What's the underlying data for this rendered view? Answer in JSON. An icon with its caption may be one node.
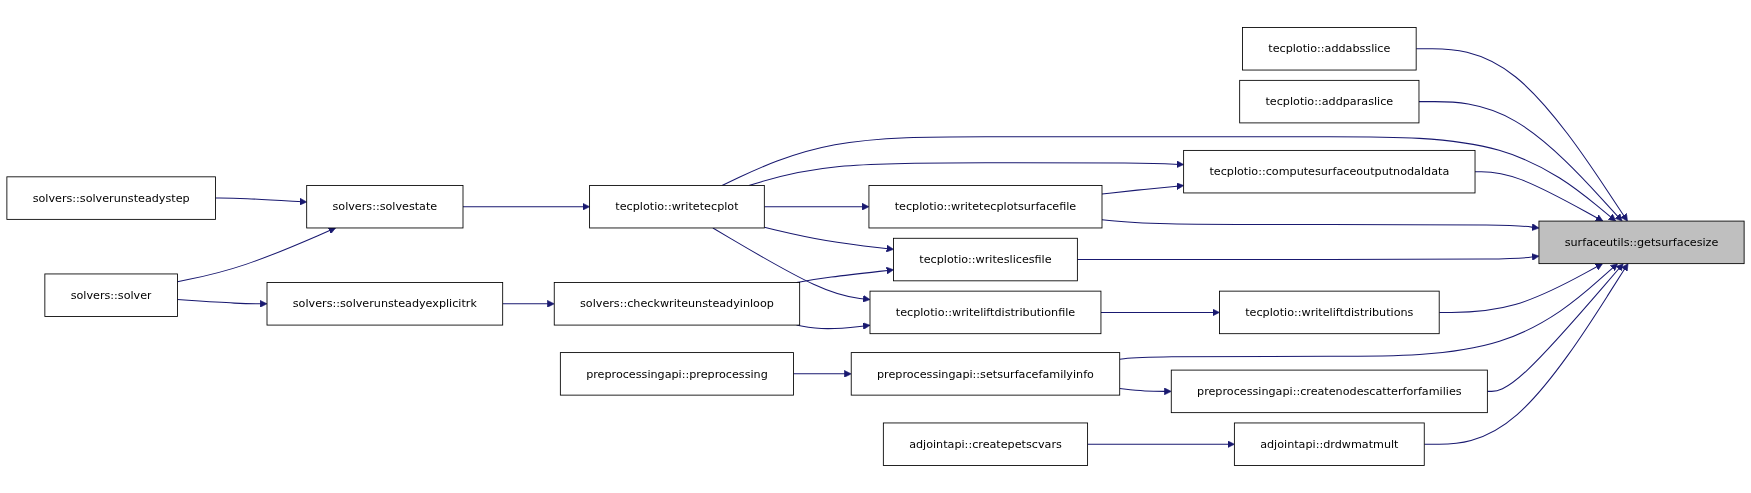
{
  "diagram": {
    "nodes": [
      {
        "text": [
          "surfaceutils::getsurfacesize"
        ]
      },
      {
        "text": [
          "tecplotio::addabsslice"
        ]
      },
      {
        "text": [
          "tecplotio::addparaslice"
        ]
      },
      {
        "text": [
          "tecplotio::computesurfaceoutputnodaldata"
        ]
      },
      {
        "text": [
          "tecplotio::writetecplot"
        ]
      },
      {
        "text": [
          "tecplotio::writetecplotsurfacefile"
        ]
      },
      {
        "text": [
          "tecplotio::writeslicesfile"
        ]
      },
      {
        "text": [
          "tecplotio::writeliftdistributions"
        ]
      },
      {
        "text": [
          "tecplotio::writeliftdistributionfile"
        ]
      },
      {
        "text": [
          "preprocessingapi::setsurfacefamilyinfo"
        ]
      },
      {
        "text": [
          "preprocessingapi::createnodescatterforfamilies"
        ]
      },
      {
        "text": [
          "adjointapi::drdwmatmult"
        ]
      },
      {
        "text": [
          "solvers::solvestate"
        ]
      },
      {
        "text": [
          "solvers::checkwriteunsteadyinloop"
        ]
      },
      {
        "text": [
          "preprocessingapi::preprocessing"
        ]
      },
      {
        "text": [
          "adjointapi::createpetscvars"
        ]
      },
      {
        "text": [
          "solvers::solverunsteadystep"
        ]
      },
      {
        "text": [
          "solvers::solver"
        ]
      },
      {
        "text": [
          "solvers::solverunsteadyexplicitrk"
        ]
      }
    ],
    "edges": [
      {
        "from": 1,
        "to": 0,
        "arrow": "to"
      },
      {
        "from": 2,
        "to": 0,
        "arrow": "to"
      },
      {
        "from": 4,
        "to": 0,
        "arrow": "to"
      },
      {
        "from": 3,
        "to": 0,
        "arrow": "to"
      },
      {
        "from": 5,
        "to": 0,
        "arrow": "to"
      },
      {
        "from": 6,
        "to": 0,
        "arrow": "to"
      },
      {
        "from": 7,
        "to": 0,
        "arrow": "to"
      },
      {
        "from": 9,
        "to": 0,
        "arrow": "to"
      },
      {
        "from": 10,
        "to": 0,
        "arrow": "to"
      },
      {
        "from": 11,
        "to": 0,
        "arrow": "to"
      },
      {
        "from": 4,
        "to": 3,
        "arrow": "to"
      },
      {
        "from": 5,
        "to": 3,
        "arrow": "to"
      },
      {
        "from": 4,
        "to": 5,
        "arrow": "to"
      },
      {
        "from": 4,
        "to": 6,
        "arrow": "to"
      },
      {
        "from": 13,
        "to": 6,
        "arrow": "to"
      },
      {
        "from": 4,
        "to": 8,
        "arrow": "to"
      },
      {
        "from": 13,
        "to": 8,
        "arrow": "to"
      },
      {
        "from": 8,
        "to": 7,
        "arrow": "to"
      },
      {
        "from": 12,
        "to": 4,
        "arrow": "to"
      },
      {
        "from": 16,
        "to": 12,
        "arrow": "to"
      },
      {
        "from": 17,
        "to": 12,
        "arrow": "to"
      },
      {
        "from": 17,
        "to": 18,
        "arrow": "to"
      },
      {
        "from": 18,
        "to": 13,
        "arrow": "to"
      },
      {
        "from": 14,
        "to": 9,
        "arrow": "to"
      },
      {
        "from": 9,
        "to": 10,
        "arrow": "to"
      },
      {
        "from": 15,
        "to": 11,
        "arrow": "to"
      }
    ]
  }
}
